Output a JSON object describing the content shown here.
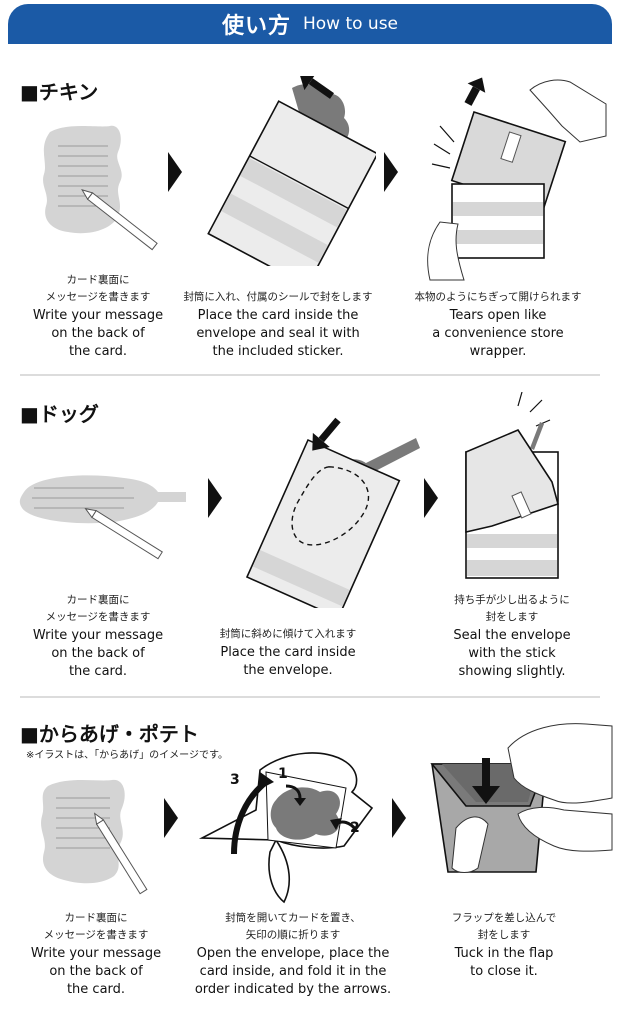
{
  "header": {
    "title_jp": "使い方",
    "title_en": "How to use"
  },
  "sections": [
    {
      "title": "■チキン",
      "steps": [
        {
          "jp": [
            "カード裏面に",
            "メッセージを書きます"
          ],
          "en": [
            "Write your message",
            "on the back of",
            "the card."
          ]
        },
        {
          "jp": [
            "封筒に入れ、付属のシールで封をします"
          ],
          "en": [
            "Place the card inside the",
            "envelope and seal it with",
            "the included sticker."
          ]
        },
        {
          "jp": [
            "本物のようにちぎって開けられます"
          ],
          "en": [
            "Tears open like",
            "a convenience store",
            "wrapper."
          ]
        }
      ]
    },
    {
      "title": "■ドッグ",
      "steps": [
        {
          "jp": [
            "カード裏面に",
            "メッセージを書きます"
          ],
          "en": [
            "Write your message",
            "on the back of",
            "the card."
          ]
        },
        {
          "jp": [
            "封筒に斜めに傾けて入れます"
          ],
          "en": [
            "Place the card inside",
            "the envelope."
          ]
        },
        {
          "jp": [
            "持ち手が少し出るように",
            "封をします"
          ],
          "en": [
            "Seal the envelope",
            "with the stick",
            "showing slightly."
          ]
        }
      ]
    },
    {
      "title": "■からあげ・ポテト",
      "note": "※イラストは、「からあげ」のイメージです。",
      "steps": [
        {
          "jp": [
            "カード裏面に",
            "メッセージを書きます"
          ],
          "en": [
            "Write your message",
            "on the back of",
            "the card."
          ]
        },
        {
          "jp": [
            "封筒を開いてカードを置き、",
            "矢印の順に折ります"
          ],
          "en": [
            "Open the envelope, place the",
            "card inside, and fold it in the",
            "order indicated by the arrows."
          ]
        },
        {
          "jp": [
            "フラップを差し込んで",
            "封をします"
          ],
          "en": [
            "Tuck in the flap",
            "to close it."
          ]
        }
      ]
    }
  ],
  "fold_numbers": [
    "1",
    "2",
    "3"
  ],
  "colors": {
    "header_bg": "#1b5aa6",
    "card_gray": "#d4d4d4",
    "food_dark": "#7a7a7a"
  }
}
